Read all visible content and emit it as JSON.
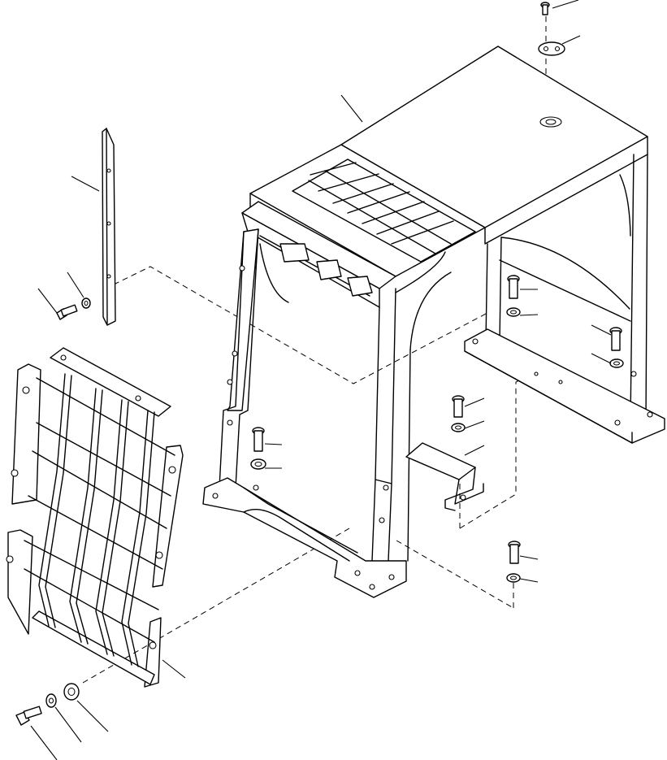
{
  "figure": {
    "kind": "exploded parts diagram",
    "line_color": "#000000",
    "background": "#ffffff",
    "callout_text": []
  },
  "parts": [
    {
      "name": "seat-stand-frame"
    },
    {
      "name": "top-cover-plate"
    },
    {
      "name": "inspection-cover"
    },
    {
      "name": "cover-bolt"
    },
    {
      "name": "side-rail"
    },
    {
      "name": "front-guard-grille"
    },
    {
      "name": "mounting-bracket"
    },
    {
      "name": "hex-bolt"
    },
    {
      "name": "washer"
    }
  ]
}
